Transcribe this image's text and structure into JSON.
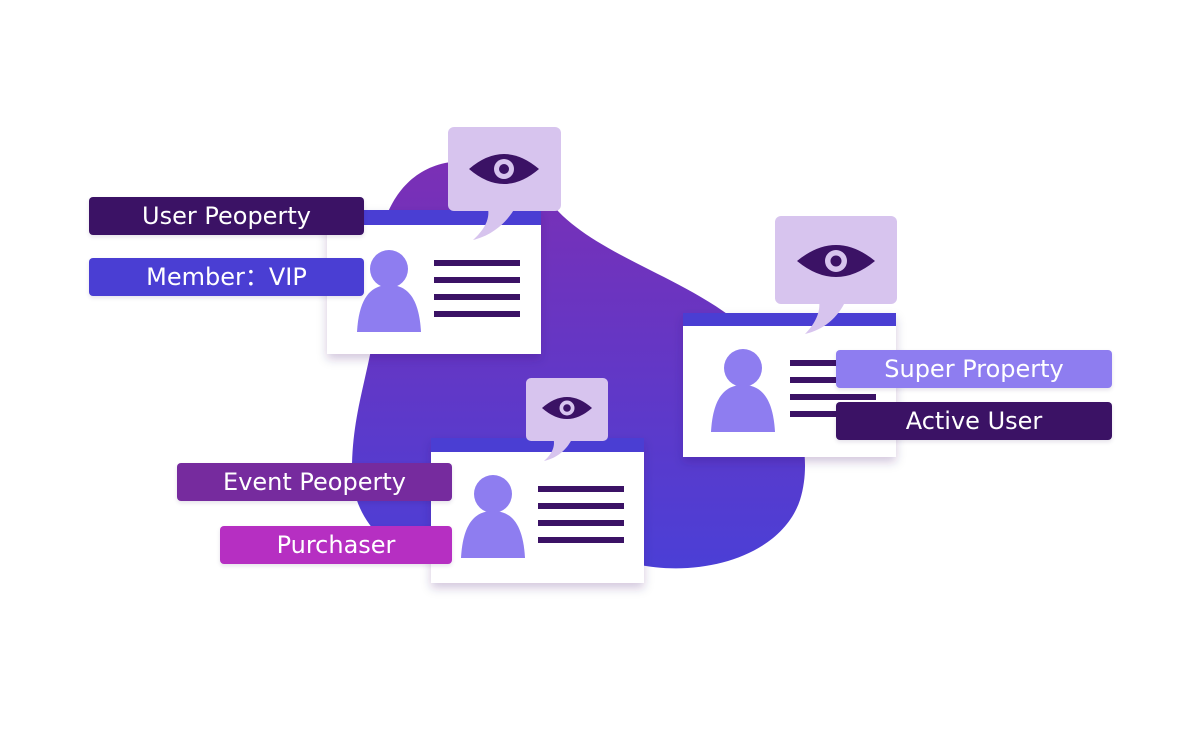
{
  "colors": {
    "blob_top": "#7b2fb5",
    "blob_bottom": "#4b3fd6",
    "card_bg": "#ffffff",
    "card_header": "#4a3ed3",
    "card_lines": "#3b1265",
    "avatar": "#8e7df0",
    "bubble": "#d7c4ee",
    "eye": "#3b1265",
    "tag_dark": "#3b1265",
    "tag_indigo": "#4a3ed3",
    "tag_purple": "#762b9e",
    "tag_magenta": "#b62fc2",
    "tag_lavender": "#8e7df0"
  },
  "tags": {
    "user_property": "User Peoperty",
    "member_vip": "Member：VIP",
    "super_property": "Super Property",
    "active_user": "Active User",
    "event_property": "Event Peoperty",
    "purchaser": "Purchaser"
  },
  "icons": {
    "eye": "eye-icon",
    "avatar": "person-icon",
    "bubble": "speech-bubble-icon"
  }
}
